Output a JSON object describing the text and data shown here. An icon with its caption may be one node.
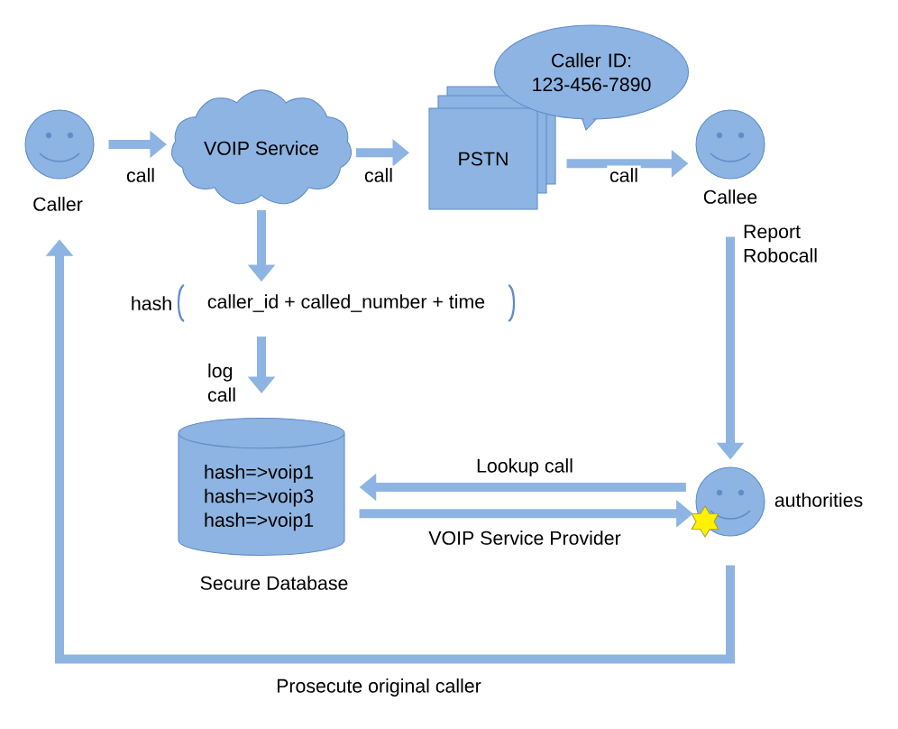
{
  "diagram": {
    "nodes": [
      {
        "text": [],
        "shape": "circle",
        "beside": [
          "Caller"
        ]
      },
      {
        "text": [
          "VOIP Service"
        ]
      },
      {
        "text": [
          "PSTN"
        ]
      },
      {
        "text": [
          "Caller ID: 123-456-7890"
        ]
      },
      {
        "text": [],
        "shape": "circle",
        "beside": [
          "Callee"
        ]
      },
      {
        "text": [
          "caller_id + called_number + time"
        ],
        "beside": [
          "hash"
        ]
      },
      {
        "text": [
          "hash=>voip1 hash=>voip3 hash=>voip1"
        ],
        "beside": [
          "Secure Database"
        ]
      },
      {
        "text": [],
        "shape": "circle",
        "beside": [
          "authorities"
        ]
      }
    ],
    "edges": [
      {
        "from": 0,
        "to": 1,
        "arrow": "to",
        "label": "call"
      },
      {
        "from": 1,
        "to": 2,
        "arrow": "to",
        "label": "call"
      },
      {
        "from": 2,
        "to": 4,
        "arrow": "to",
        "label": "call"
      },
      {
        "from": 1,
        "to": 5,
        "arrow": "to"
      },
      {
        "from": 5,
        "to": 6,
        "arrow": "to",
        "label": "log call"
      },
      {
        "from": 4,
        "to": 7,
        "arrow": "to",
        "label": "Report Robocall"
      },
      {
        "from": 7,
        "to": 6,
        "arrow": "to",
        "label": "Lookup call"
      },
      {
        "from": 6,
        "to": 7,
        "arrow": "to",
        "label": "VOIP Service Provider"
      },
      {
        "from": 7,
        "to": 0,
        "arrow": "to",
        "label": "Prosecute original caller"
      }
    ]
  }
}
